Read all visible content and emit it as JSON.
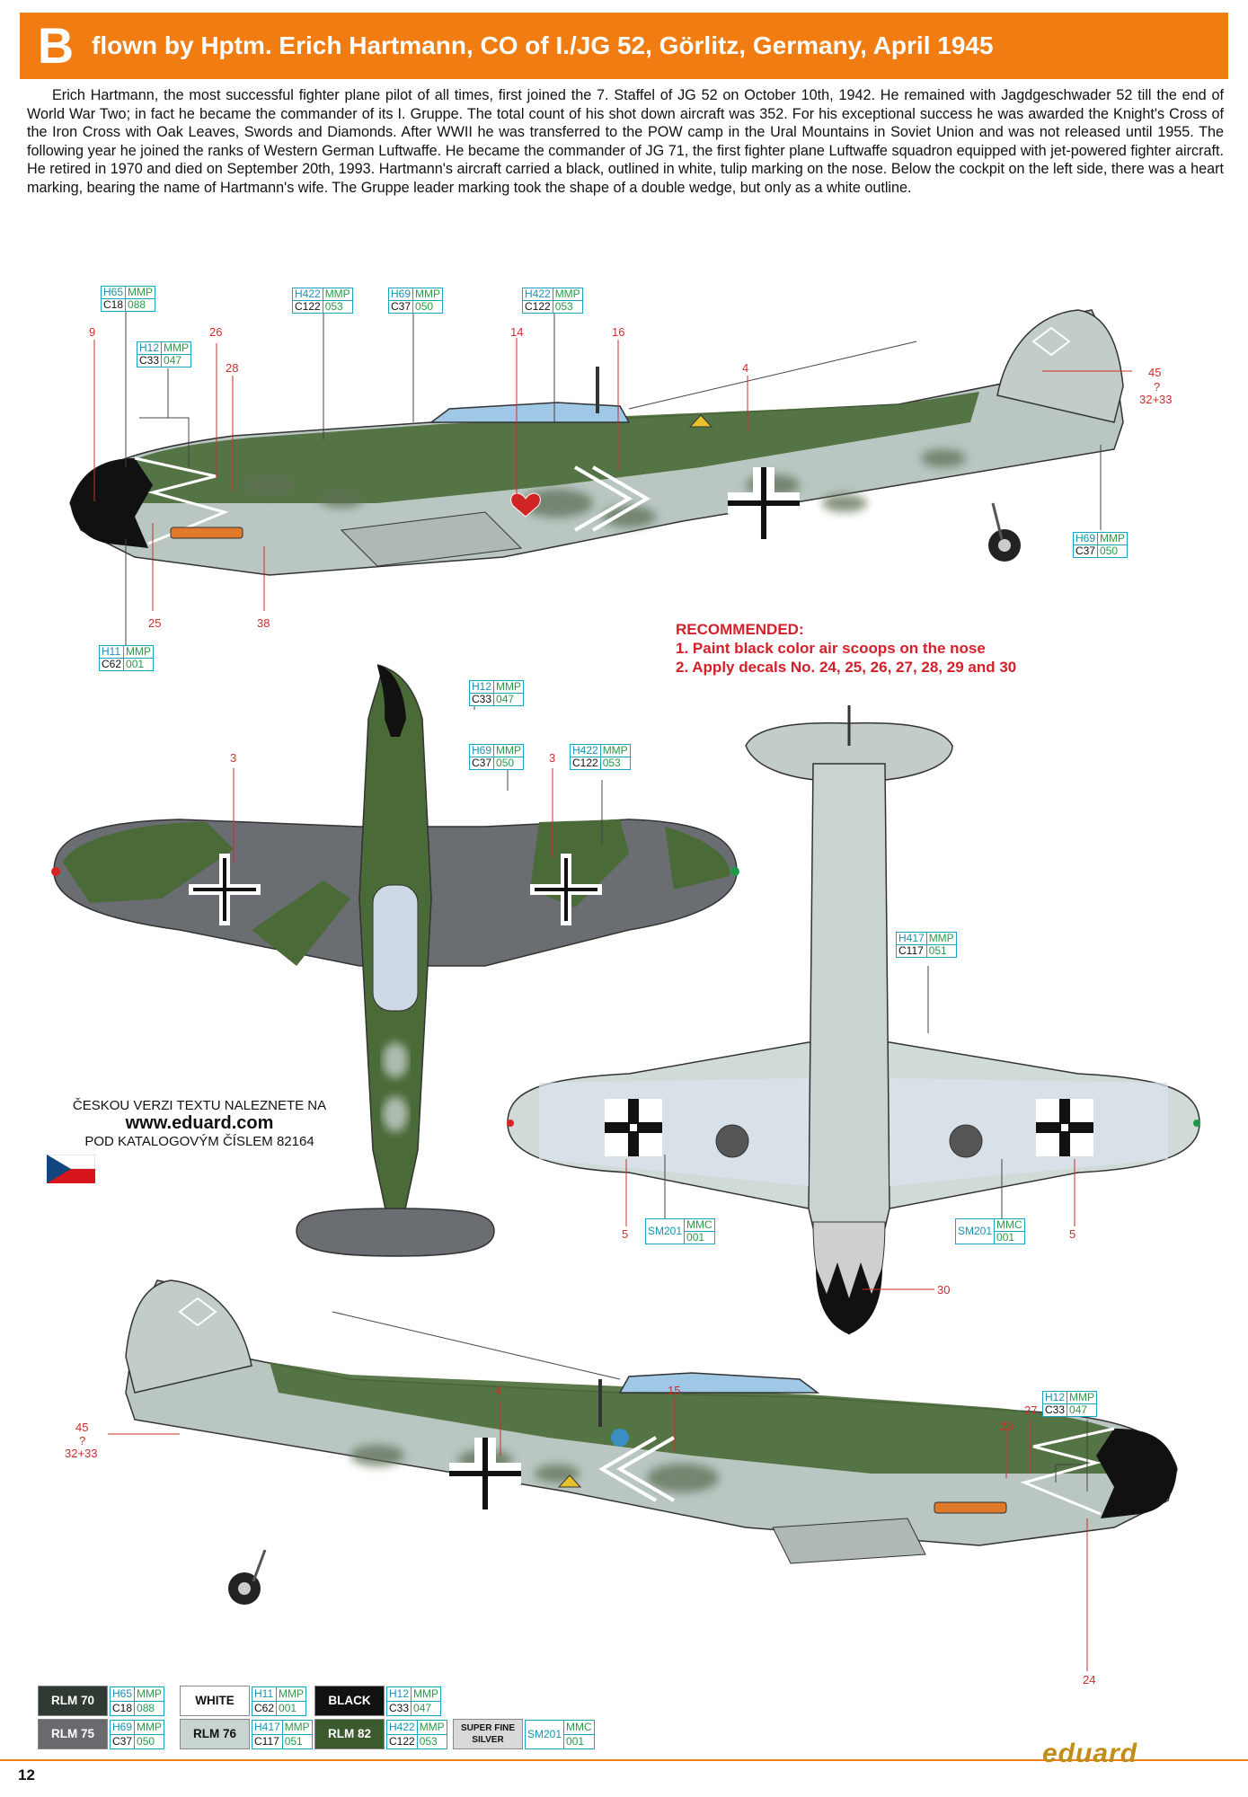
{
  "header": {
    "letter": "B",
    "title": "flown by Hptm. Erich Hartmann, CO of I./JG 52, Görlitz, Germany, April 1945"
  },
  "intro": "Erich Hartmann, the most successful fighter plane pilot of all times, first joined the 7. Staffel of JG 52 on October 10th, 1942. He remained with Jagdgeschwader 52 till the end of World War Two; in fact he became the commander of its I. Gruppe. The total count of his shot down aircraft was 352. For his exceptional success he was awarded the Knight's Cross of the Iron Cross with Oak Leaves, Swords and Diamonds. After WWII he was transferred to the POW camp in the Ural Mountains in Soviet Union and was not released until 1955. The following year he joined the ranks of Western German Luftwaffe. He became the commander of JG 71, the first fighter plane Luftwaffe squadron equipped with jet-powered fighter aircraft. He retired in 1970 and died on September 20th, 1993. Hartmann's aircraft carried a black, outlined in white, tulip marking on the nose. Below the cockpit on the left side, there was a heart marking, bearing the name of Hartmann's wife. The Gruppe leader marking took the shape of a double wedge, but only as a white outline.",
  "recommended": {
    "title": "RECOMMENDED:",
    "item1": "1. Paint black color air scoops on the nose",
    "item2": "2. Apply decals No. 24, 25, 26, 27, 28, 29 and 30"
  },
  "czech": {
    "line1": "ČESKOU VERZI TEXTU NALEZNETE NA",
    "line2": "www.eduard.com",
    "line3": "POD KATALOGOVÝM ČÍSLEM 82164"
  },
  "codes": {
    "h65_c18": {
      "h": "H65",
      "m": "MMP",
      "c": "C18",
      "cm": "088"
    },
    "h422_c122": {
      "h": "H422",
      "m": "MMP",
      "c": "C122",
      "cm": "053"
    },
    "h69_c37": {
      "h": "H69",
      "m": "MMP",
      "c": "C37",
      "cm": "050"
    },
    "h12_c33": {
      "h": "H12",
      "m": "MMP",
      "c": "C33",
      "cm": "047"
    },
    "h11_c62": {
      "h": "H11",
      "m": "MMP",
      "c": "C62",
      "cm": "001"
    },
    "h417_c117": {
      "h": "H417",
      "m": "MMP",
      "c": "C117",
      "cm": "051"
    },
    "sm201": {
      "h": "SM201",
      "m": "MMC",
      "c": "",
      "cm": "001"
    }
  },
  "callouts": {
    "n9": "9",
    "n26": "26",
    "n28": "28",
    "n14": "14",
    "n16": "16",
    "n4": "4",
    "n45": "45",
    "q": "?",
    "n3233": "32+33",
    "n25": "25",
    "n38": "38",
    "n3": "3",
    "n5": "5",
    "n30": "30",
    "n15": "15",
    "n27": "27",
    "n29": "29",
    "n24": "24"
  },
  "legend": [
    {
      "name": "RLM 70",
      "color": "#2f3a32",
      "text_color": "#ffffff",
      "h": "H65",
      "m": "MMP",
      "c": "C18",
      "cm": "088"
    },
    {
      "name": "WHITE",
      "color": "#ffffff",
      "text_color": "#111111",
      "h": "H11",
      "m": "MMP",
      "c": "C62",
      "cm": "001"
    },
    {
      "name": "BLACK",
      "color": "#111111",
      "text_color": "#ffffff",
      "h": "H12",
      "m": "MMP",
      "c": "C33",
      "cm": "047"
    },
    {
      "name": "RLM 75",
      "color": "#6a6a6e",
      "text_color": "#ffffff",
      "h": "H69",
      "m": "MMP",
      "c": "C37",
      "cm": "050"
    },
    {
      "name": "RLM 76",
      "color": "#c8d4d2",
      "text_color": "#111111",
      "h": "H417",
      "m": "MMP",
      "c": "C117",
      "cm": "051"
    },
    {
      "name": "RLM 82",
      "color": "#3b5a2d",
      "text_color": "#ffffff",
      "h": "H422",
      "m": "MMP",
      "c": "C122",
      "cm": "053"
    },
    {
      "name": "SUPER FINE SILVER",
      "color": "#d9d9d9",
      "text_color": "#111111",
      "h": "SM201",
      "m": "MMC",
      "c": "",
      "cm": "001"
    }
  ],
  "page_number": "12",
  "brand": "eduard"
}
